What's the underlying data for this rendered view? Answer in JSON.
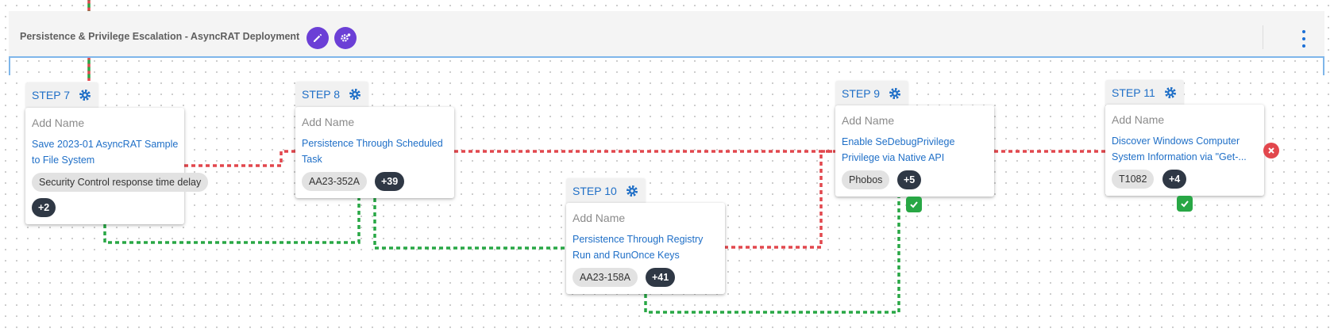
{
  "scenario": {
    "title": "Persistence & Privilege Escalation - AsyncRAT Deployment",
    "edit_icon": "pencil-icon",
    "settings_icon": "gear-settings-icon",
    "more_icon": "more-vertical-icon"
  },
  "colors": {
    "accent": "#6b3fd6",
    "link": "#1f6fc7",
    "success": "#28a745",
    "failure": "#e2474d"
  },
  "steps": [
    {
      "label": "STEP 7",
      "name_placeholder": "Add Name",
      "action_line1": "Save 2023-01 AsyncRAT Sample",
      "action_line2": "to File System",
      "tag": "Security Control response time delay",
      "more": "+2",
      "status": ""
    },
    {
      "label": "STEP 8",
      "name_placeholder": "Add Name",
      "action_line1": "Persistence Through Scheduled",
      "action_line2": "Task",
      "tag": "AA23-352A",
      "more": "+39",
      "status": ""
    },
    {
      "label": "STEP 10",
      "name_placeholder": "Add Name",
      "action_line1": "Persistence Through Registry",
      "action_line2": "Run and RunOnce Keys",
      "tag": "AA23-158A",
      "more": "+41",
      "status": ""
    },
    {
      "label": "STEP 9",
      "name_placeholder": "Add Name",
      "action_line1": "Enable SeDebugPrivilege",
      "action_line2": "Privilege via Native API",
      "tag": "Phobos",
      "more": "+5",
      "status": "pass"
    },
    {
      "label": "STEP 11",
      "name_placeholder": "Add Name",
      "action_line1": "Discover Windows Computer",
      "action_line2": "System Information via \"Get-...",
      "tag": "T1082",
      "more": "+4",
      "status": "pass"
    }
  ],
  "connector_status": {
    "step11_outgoing": "fail"
  }
}
